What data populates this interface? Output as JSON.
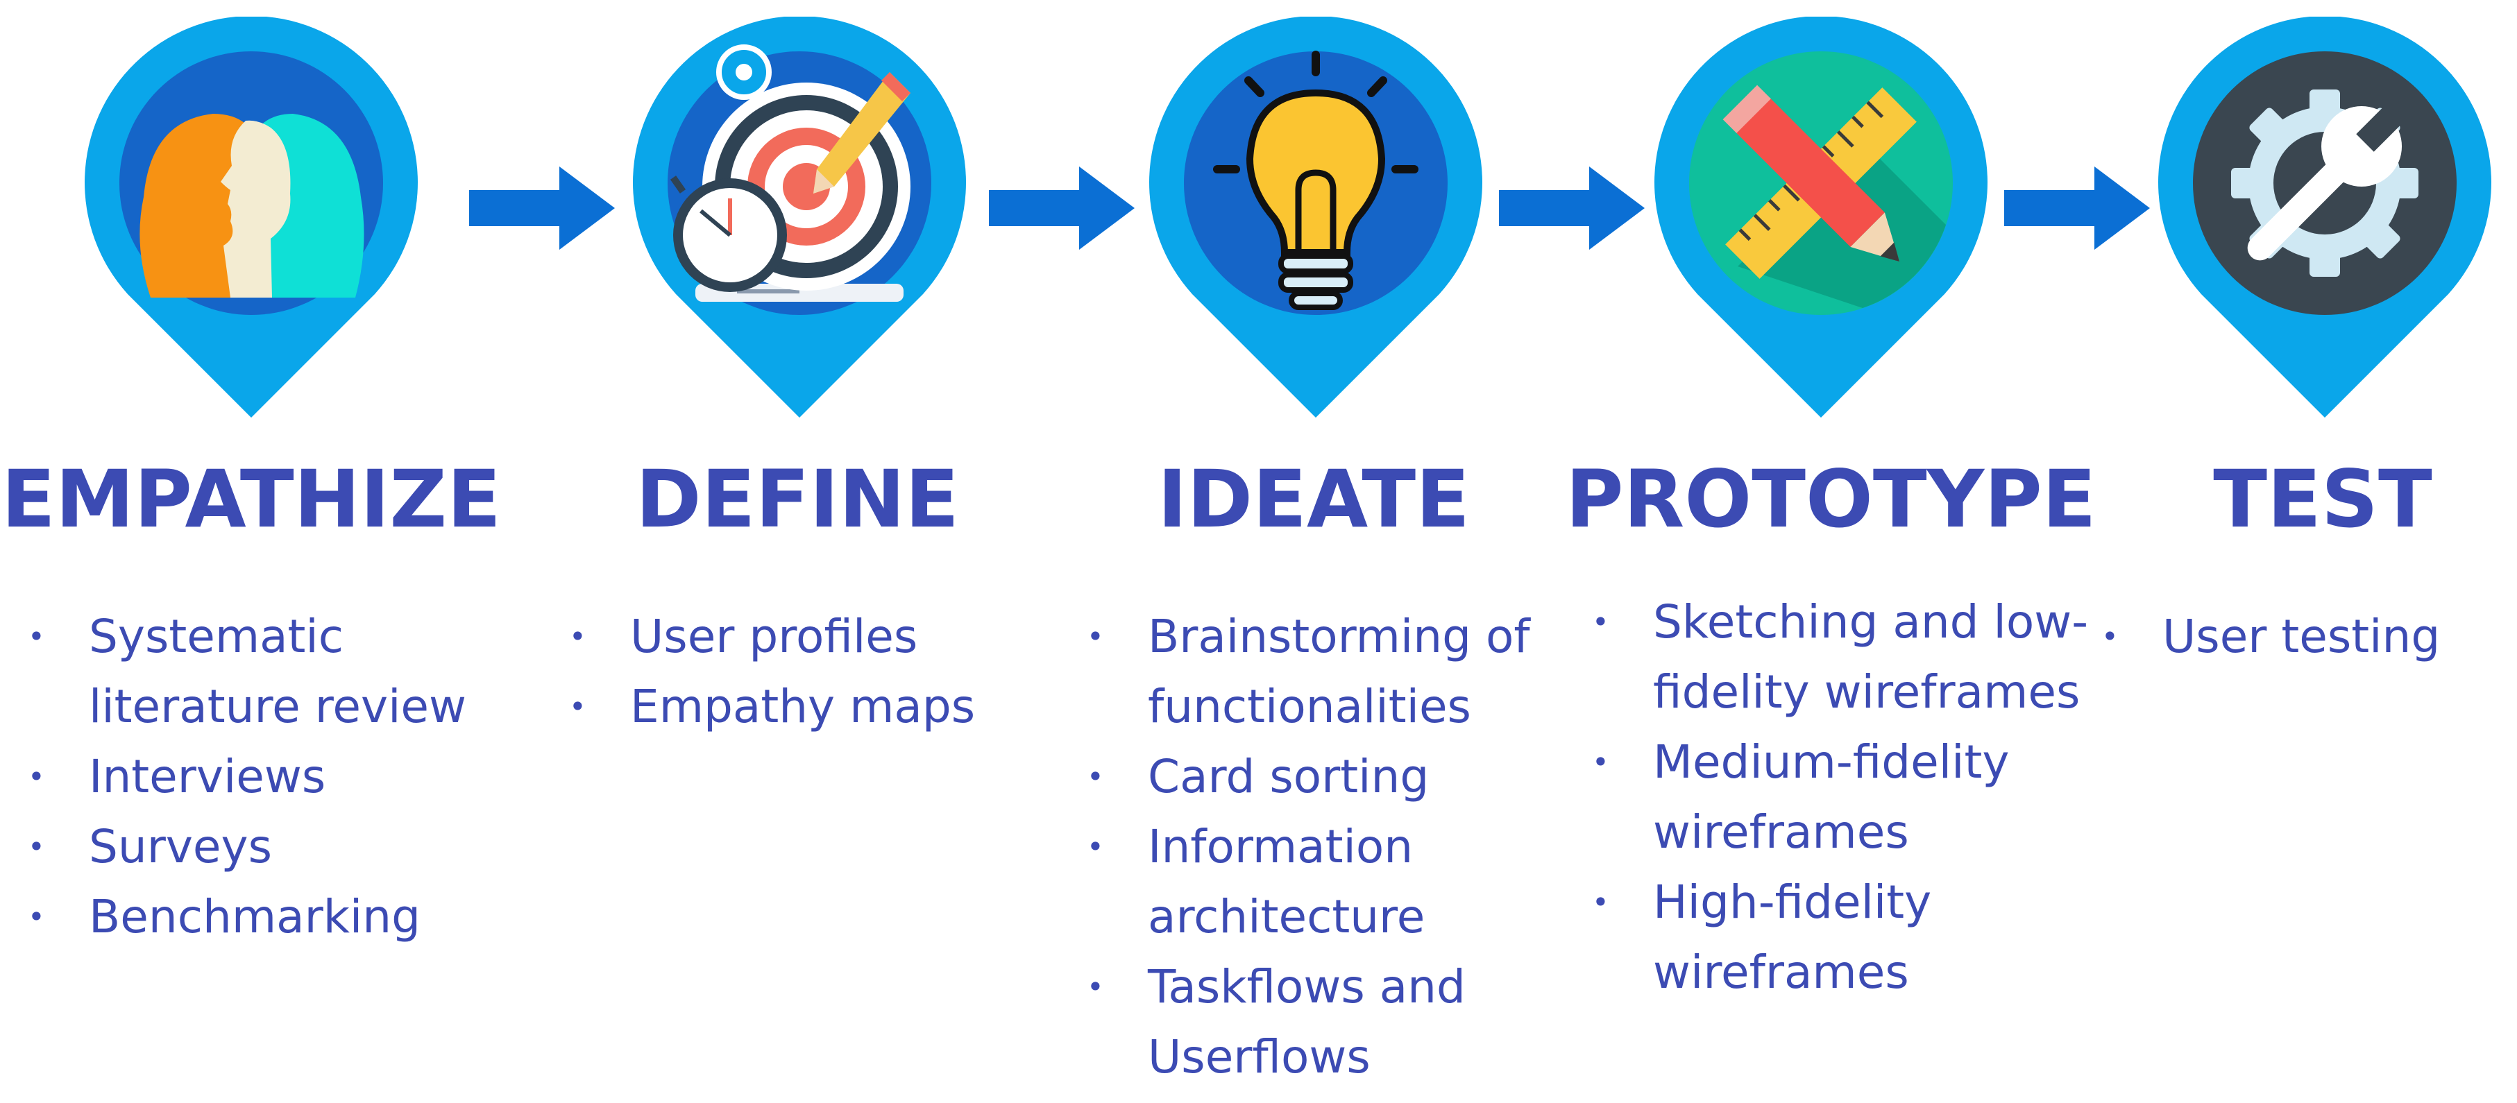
{
  "accent_color": "#3c4bb3",
  "pin_color": "#0aa6ea",
  "arrow_color": "#0b6fd4",
  "stages": [
    {
      "title": "EMPATHIZE",
      "icon": "heads-icon",
      "items": [
        "Systematic",
        "literature review",
        "Interviews",
        "Surveys",
        "Benchmarking"
      ]
    },
    {
      "title": "DEFINE",
      "icon": "target-icon",
      "items": [
        "User profiles",
        "Empathy maps"
      ]
    },
    {
      "title": "IDEATE",
      "icon": "lightbulb-icon",
      "items": [
        "Brainstorming of",
        "functionalities",
        "Card sorting",
        "Information",
        "architecture",
        "Taskflows and",
        "Userflows"
      ]
    },
    {
      "title": "PROTOTYPE",
      "icon": "pencil-ruler-icon",
      "items": [
        "Sketching and low-",
        "fidelity wireframes",
        "Medium-fidelity",
        "wireframes",
        "High-fidelity",
        "wireframes"
      ]
    },
    {
      "title": "TEST",
      "icon": "gear-wrench-icon",
      "items": [
        "User testing"
      ]
    }
  ]
}
